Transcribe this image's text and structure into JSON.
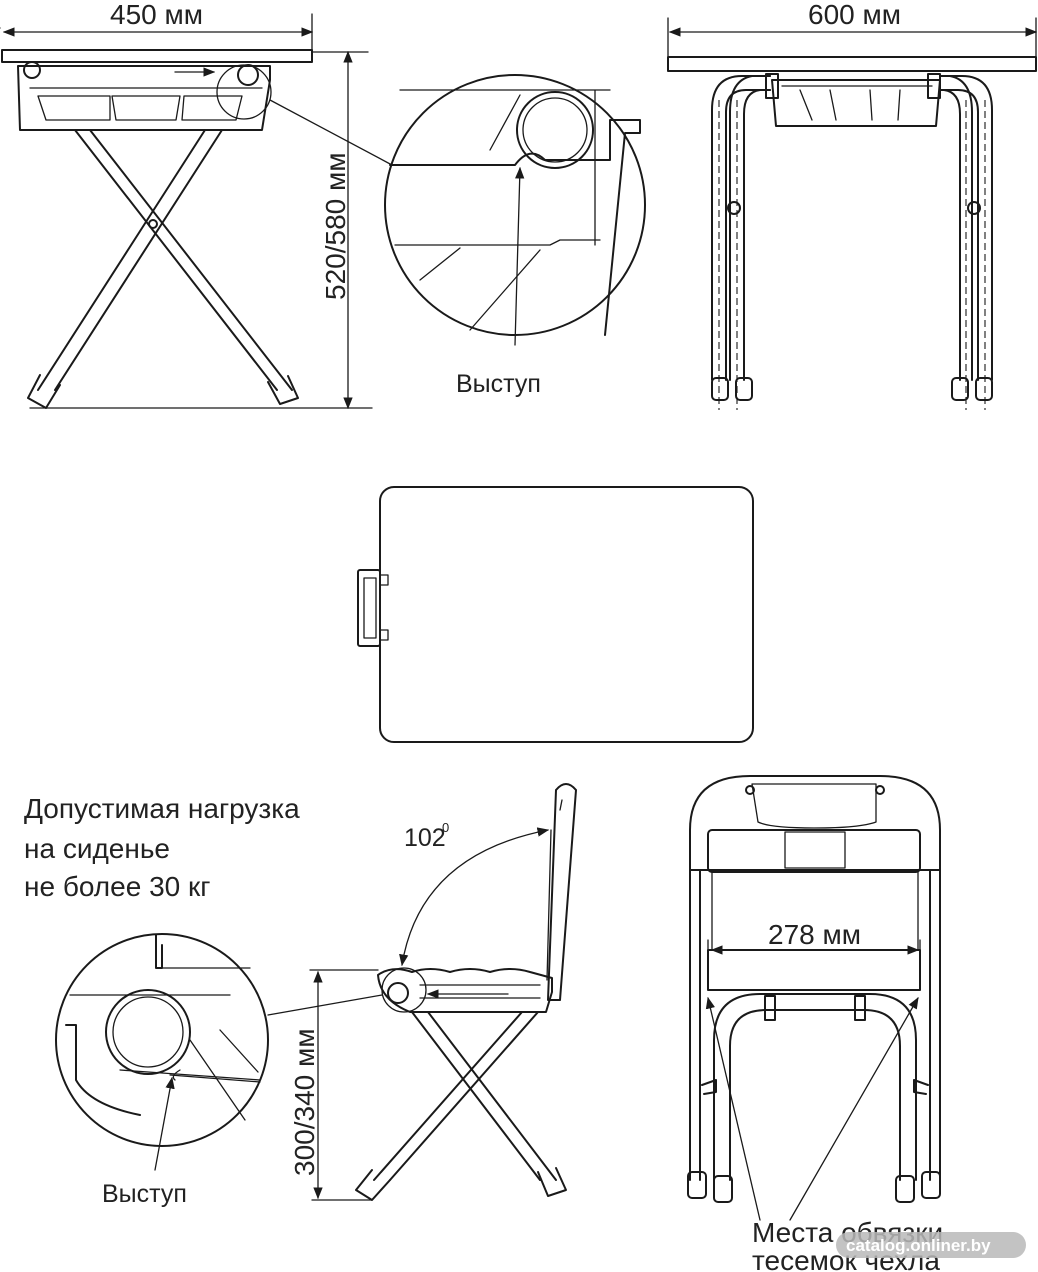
{
  "table": {
    "depth_label": "450 мм",
    "width_label": "600 мм",
    "height_label": "520/580 мм",
    "callout_label": "Выступ"
  },
  "chair": {
    "load_line1": "Допустимая нагрузка",
    "load_line2": "на сиденье",
    "load_line3": "не более 30 кг",
    "angle_value": "102",
    "angle_unit": "0",
    "height_label": "300/340 мм",
    "callout_label": "Выступ",
    "seat_width_label": "278 мм",
    "tie_line1": "Места обвязки",
    "tie_line2": "тесемок чехла"
  },
  "watermark": "catalog.onliner.by"
}
